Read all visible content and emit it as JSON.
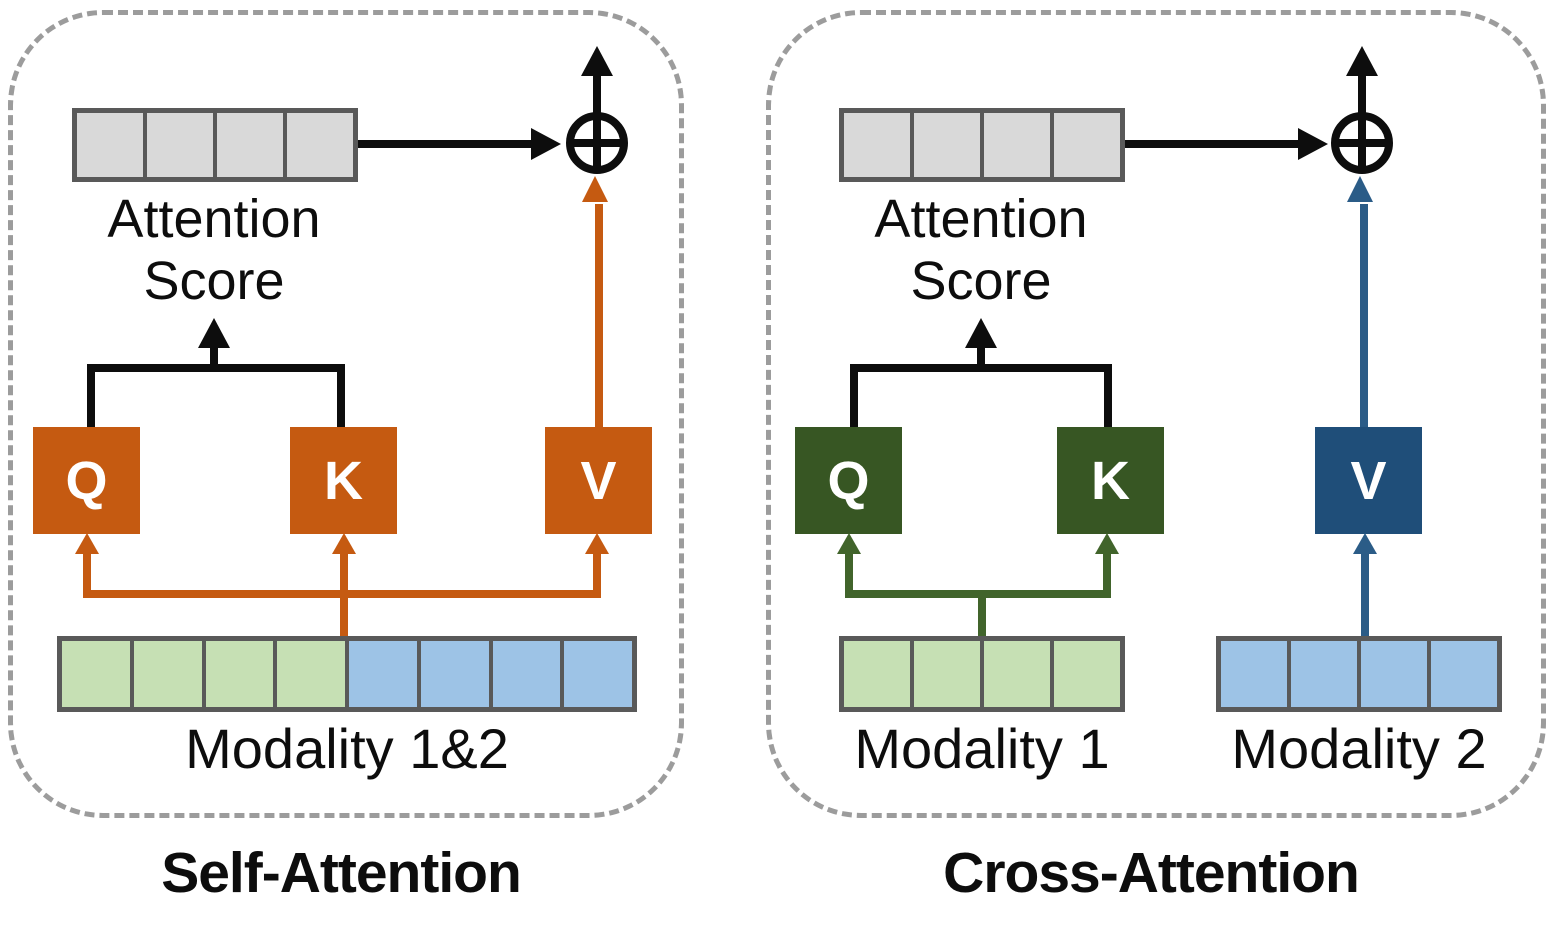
{
  "figure": {
    "panels": [
      {
        "id": "self-attention",
        "title": "Self-Attention",
        "attention": {
          "line1": "Attention",
          "line2": "Score"
        },
        "qkv": {
          "q": "Q",
          "k": "K",
          "v": "V"
        },
        "modality_label": "Modality 1&2",
        "score_bar_cells": 4,
        "modality_bar_cells": 8,
        "modality_bar_cell_colors": [
          "green",
          "green",
          "green",
          "green",
          "blue",
          "blue",
          "blue",
          "blue"
        ]
      },
      {
        "id": "cross-attention",
        "title": "Cross-Attention",
        "attention": {
          "line1": "Attention",
          "line2": "Score"
        },
        "qkv": {
          "q": "Q",
          "k": "K",
          "v": "V"
        },
        "modality1_label": "Modality 1",
        "modality2_label": "Modality 2",
        "score_bar_cells": 4,
        "modality1_bar_cells": 4,
        "modality2_bar_cells": 4
      }
    ],
    "icons": {
      "combine_operator": "circle-plus"
    },
    "colors": {
      "qkv_orange": "#C55A11",
      "qk_dark_green": "#375623",
      "v_dark_blue": "#1F4E79",
      "arrow_green": "#41642B",
      "arrow_blue": "#2B5C87",
      "modality1_light_green": "#C6E0B4",
      "modality2_light_blue": "#9DC3E6",
      "score_cell_gray": "#D9D9D9",
      "bar_border_gray": "#595959",
      "panel_dash_gray": "#9C9C9C",
      "line_black": "#0D0D0D"
    }
  }
}
